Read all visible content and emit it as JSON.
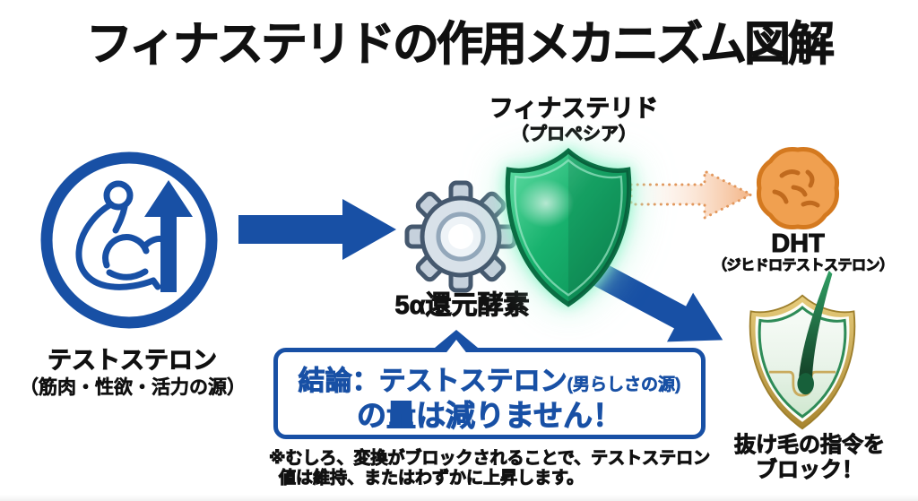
{
  "title": "フィナステリドの作用メカニズム図解",
  "testosterone": {
    "label": "テストステロン",
    "sublabel": "（筋肉・性欲・活力の源）"
  },
  "finasteride": {
    "label": "フィナステリド",
    "sublabel": "（プロペシア）"
  },
  "enzyme": {
    "label": "5α還元酵素"
  },
  "dht": {
    "label": "DHT",
    "sublabel": "（ジヒドロテストステロン）"
  },
  "block_result": {
    "line1": "抜け毛の指令を",
    "line2": "ブロック！"
  },
  "conclusion": {
    "main": "結論：テストステロン",
    "paren": "(男らしさの源)",
    "line2": "の量は減りません！"
  },
  "note": {
    "line1": "※むしろ、変換がブロックされることで、テストステロン",
    "line2": "値は維持、またはわずかに上昇します。"
  },
  "colors": {
    "blue": "#1850a5",
    "shield_green": "#18b26e",
    "dht_orange": "#f0a050",
    "gold": "#c8a84b"
  }
}
